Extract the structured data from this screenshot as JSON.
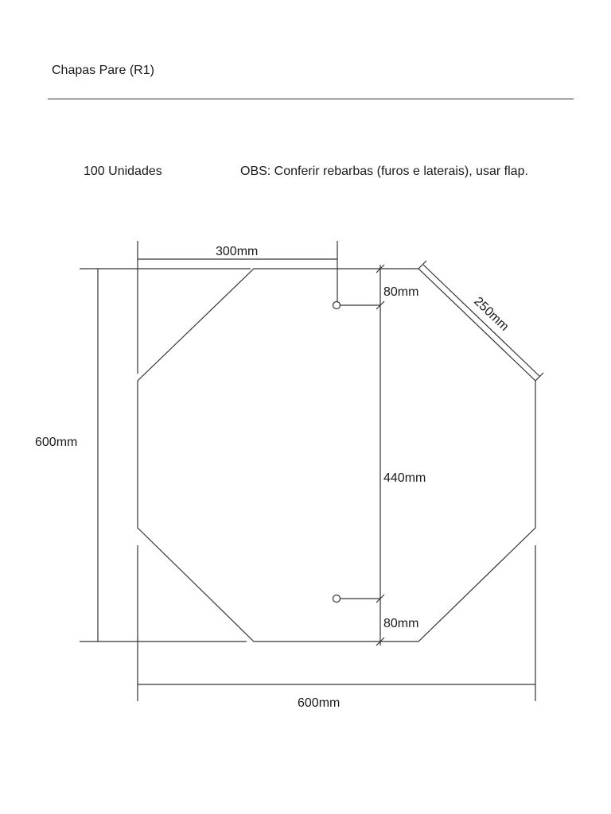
{
  "header": {
    "title": "Chapas Pare (R1)"
  },
  "info": {
    "quantity": "100 Unidades",
    "note": "OBS: Conferir rebarbas (furos e laterais), usar flap."
  },
  "dimensions": {
    "top_width": "300mm",
    "hole_offset_top": "80mm",
    "chamfer": "250mm",
    "total_height": "600mm",
    "hole_spacing": "440mm",
    "hole_offset_bottom": "80mm",
    "total_width": "600mm"
  },
  "colors": {
    "line": "#333333",
    "text": "#1a1a1a",
    "background": "#ffffff"
  }
}
